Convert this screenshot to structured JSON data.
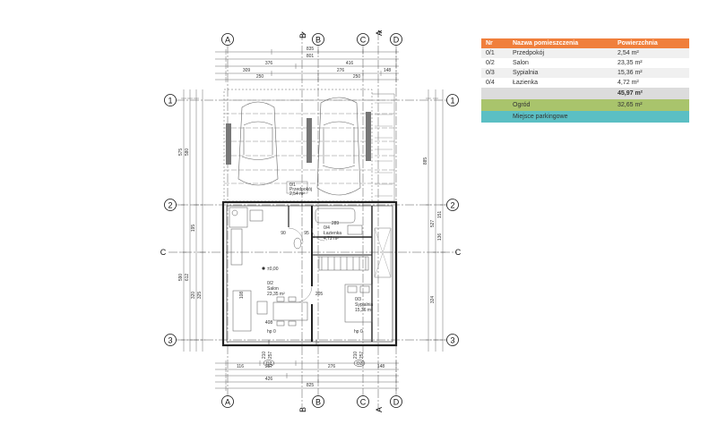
{
  "table": {
    "headers": {
      "nr": "Nr",
      "name": "Nazwa pomieszczenia",
      "area": "Powierzchnia"
    },
    "rows": [
      {
        "nr": "0/1",
        "name": "Przedpokój",
        "area": "2,54 m²"
      },
      {
        "nr": "0/2",
        "name": "Salon",
        "area": "23,35 m²"
      },
      {
        "nr": "0/3",
        "name": "Sypialnia",
        "area": "15,36 m²"
      },
      {
        "nr": "0/4",
        "name": "Łazienka",
        "area": "4,72 m²"
      }
    ],
    "total": "45,97 m²",
    "garden": {
      "name": "Ogród",
      "area": "32,65 m²"
    },
    "parking": {
      "name": "Miejsce parkingowe"
    }
  },
  "colors": {
    "header": "#f07f3c",
    "garden": "#a9c46c",
    "parking": "#5bbfc4",
    "total": "#dcdcdc"
  },
  "plan": {
    "grid_cols": [
      "A",
      "B",
      "C",
      "D"
    ],
    "grid_rows": [
      "1",
      "2",
      "3"
    ],
    "sections": [
      "B",
      "A",
      "C",
      "C"
    ],
    "top_dims": [
      "835",
      "801",
      "376",
      "416",
      "309",
      "276",
      "148",
      "250",
      "250"
    ],
    "bottom_dims": [
      "116",
      "257",
      "276",
      "148",
      "426",
      "825",
      "210",
      "210",
      "257",
      "257"
    ],
    "left_dims": [
      "575",
      "580",
      "195",
      "590",
      "612",
      "320",
      "325"
    ],
    "right_dims": [
      "885",
      "527",
      "324",
      "151",
      "136"
    ],
    "rooms": [
      {
        "code": "0/1",
        "name": "Przedpokój",
        "area": "2,54 m²"
      },
      {
        "code": "0/2",
        "name": "Salon",
        "area": "23,35 m²"
      },
      {
        "code": "0/3",
        "name": "Sypialnia",
        "area": "15,36 m²"
      },
      {
        "code": "0/4",
        "name": "Łazienka",
        "area": "4,72 m²"
      }
    ],
    "level": "±0,00",
    "sill_labels": [
      "hp 0",
      "hp 0"
    ],
    "window_marks": [
      "O2",
      "O2"
    ],
    "misc_dims": [
      "408",
      "289",
      "205",
      "90",
      "95",
      "108"
    ]
  }
}
